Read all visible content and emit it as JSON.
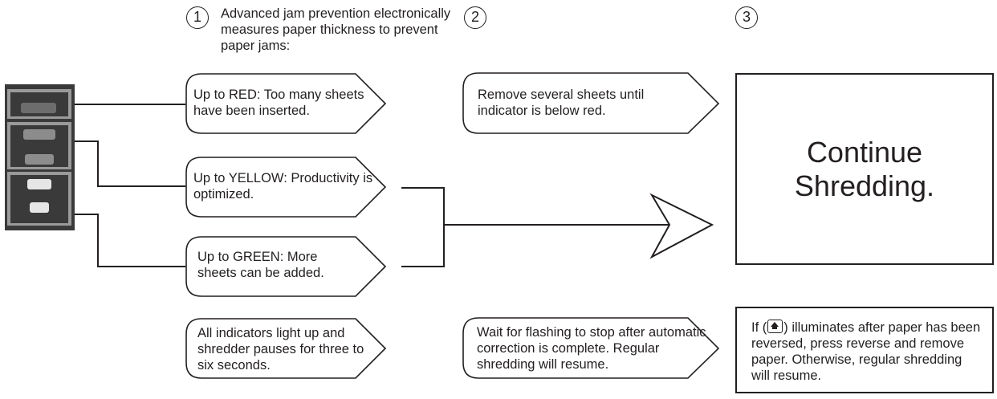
{
  "steps": [
    "1",
    "2",
    "3"
  ],
  "intro": "Advanced jam prevention electronically measures paper thickness to prevent paper jams:",
  "indicators": {
    "red": "Up to RED: Too many sheets have been inserted.",
    "yellow": "Up to YELLOW: Productivity is optimized.",
    "green": "Up to GREEN: More sheets can be added.",
    "all": "All indicators light up and shredder pauses for three to six seconds."
  },
  "actions": {
    "red": "Remove several sheets until indicator is below red.",
    "all": "Wait for flashing to stop after automatic correction is complete. Regular shredding will resume."
  },
  "result": {
    "line1": "Continue",
    "line2": "Shredding."
  },
  "note": {
    "prefix": "If (",
    "icon": "reverse-icon",
    "suffix": ") illuminates after paper has been reversed, press reverse and remove paper. Otherwise, regular shredding will resume."
  },
  "panel": {
    "colors": {
      "frame": "#3a3a3a",
      "bezel": "#9a9a9a",
      "red_led": "#6d6d6d",
      "yellow_led": "#8c8c8c",
      "green_led": "#e6e6e6"
    }
  }
}
